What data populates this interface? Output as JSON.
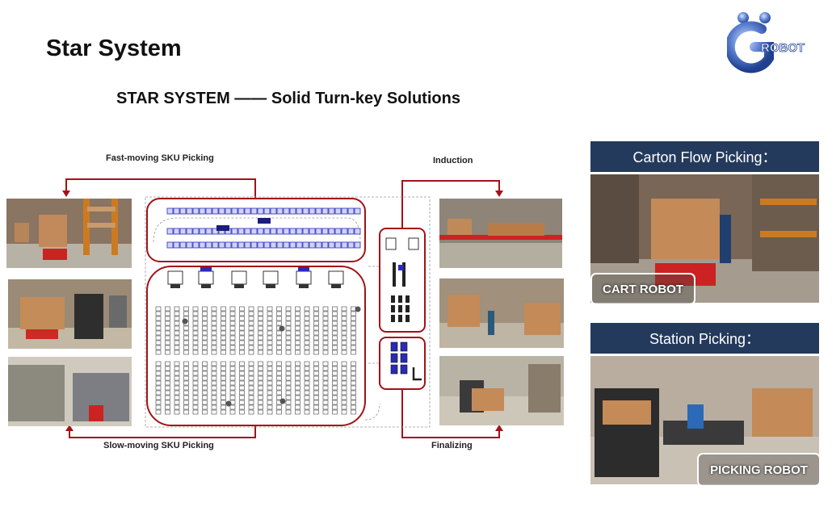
{
  "slide": {
    "title": "Star System",
    "subtitle": "STAR SYSTEM —— Solid Turn-key Solutions"
  },
  "logo": {
    "text": "ROBOT",
    "letter": "G"
  },
  "flow_labels": {
    "fast": "Fast-moving SKU Picking",
    "slow": "Slow-moving SKU Picking",
    "induction": "Induction",
    "finalizing": "Finalizing"
  },
  "panels": [
    {
      "header": "Carton Flow Picking：",
      "badge": "CART ROBOT"
    },
    {
      "header": "Station Picking：",
      "badge": "PICKING ROBOT"
    }
  ],
  "colors": {
    "accent_red": "#a31217",
    "header_navy": "#243a5c",
    "rack_blue": "#2a2ab8",
    "logo_blue": "#4a6fc4"
  }
}
